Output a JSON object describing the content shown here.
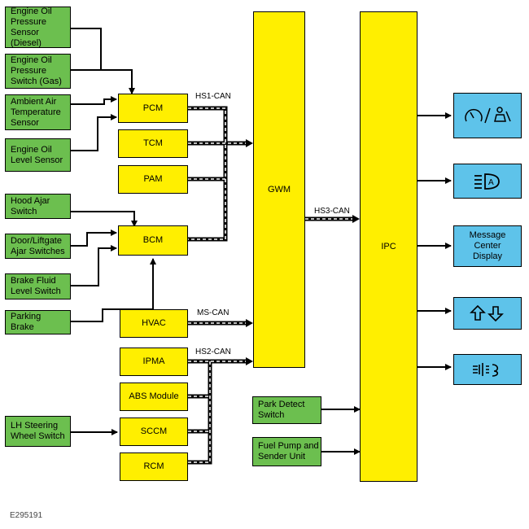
{
  "inputs": {
    "oil_pressure_sensor_diesel": "Engine Oil\nPressure\nSensor (Diesel)",
    "oil_pressure_switch_gas": "Engine Oil\nPressure\nSwitch (Gas)",
    "ambient_air_temp_sensor": "Ambient Air\nTemperature\nSensor",
    "oil_level_sensor": "Engine Oil\nLevel Sensor",
    "hood_ajar_switch": "Hood Ajar\nSwitch",
    "door_liftgate_switches": "Door/Liftgate\nAjar Switches",
    "brake_fluid_switch": "Brake Fluid\nLevel Switch",
    "parking_brake": "Parking\nBrake",
    "lh_steering_switch": "LH Steering\nWheel Switch",
    "park_detect_switch": "Park Detect\nSwitch",
    "fuel_pump_sender": "Fuel Pump and\nSender Unit"
  },
  "modules": {
    "pcm": "PCM",
    "tcm": "TCM",
    "pam": "PAM",
    "bcm": "BCM",
    "hvac": "HVAC",
    "ipma": "IPMA",
    "abs": "ABS Module",
    "sccm": "SCCM",
    "rcm": "RCM",
    "gwm": "GWM",
    "ipc": "IPC"
  },
  "buses": {
    "hs1": "HS1-CAN",
    "hs3": "HS3-CAN",
    "ms": "MS-CAN",
    "hs2": "HS2-CAN"
  },
  "outputs": {
    "gauges_icons": [
      "speedometer-icon",
      "mechanic-icon"
    ],
    "headlamp_icon": "auto-headlamp-icon",
    "message_center": "Message\nCenter\nDisplay",
    "shift_icons": [
      "shift-up-arrow-icon",
      "shift-down-arrow-icon"
    ],
    "washer_icon": "washer-fluid-icon"
  },
  "figure_id": "E295191",
  "colors": {
    "input_box": "#6cbf4f",
    "module_box": "#ffef00",
    "output_box": "#5ec3ea",
    "line": "#000000"
  }
}
